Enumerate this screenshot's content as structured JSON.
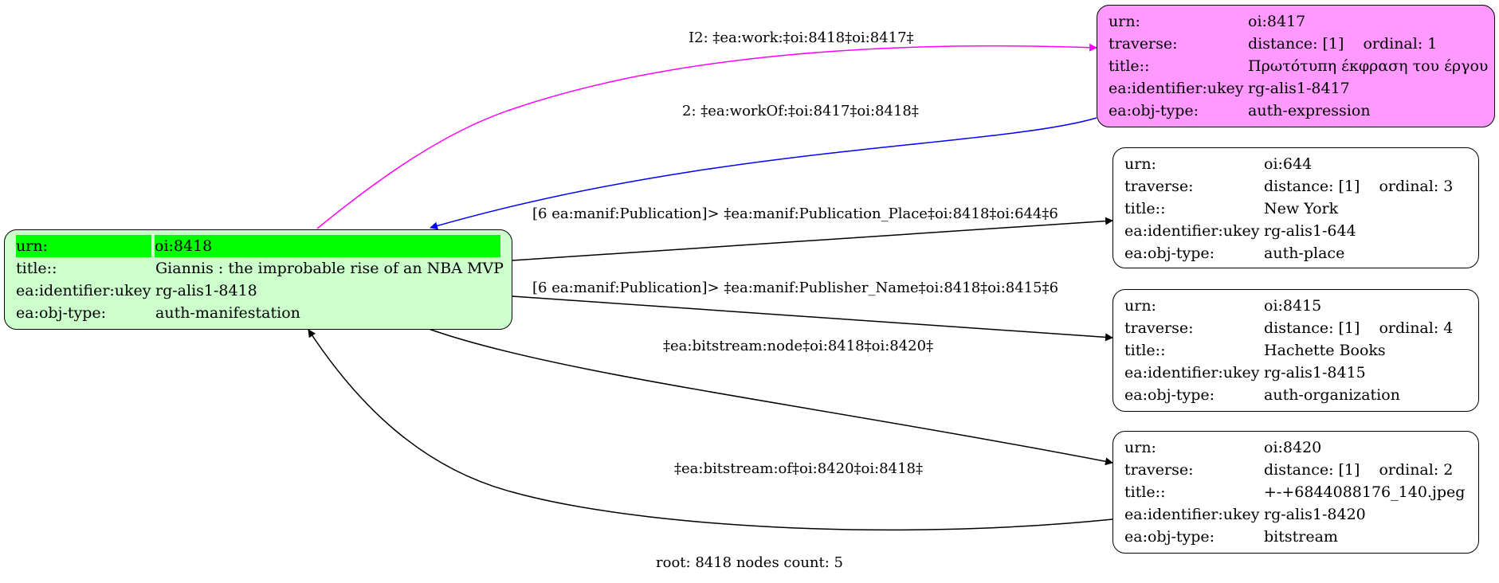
{
  "nodes": {
    "root": {
      "urn_key": "urn:",
      "urn": "oi:8418",
      "title_key": "title::",
      "title": "Giannis : the improbable rise of an NBA MVP",
      "ukey_key": "ea:identifier:ukey",
      "ukey": "rg-alis1-8418",
      "type_key": "ea:obj-type:",
      "type": "auth-manifestation"
    },
    "n8417": {
      "urn_key": "urn:",
      "urn": "oi:8417",
      "traverse_key": "traverse:",
      "distance": "distance: [1]",
      "ordinal": "ordinal: 1",
      "title_key": "title::",
      "title": "Πρωτότυπη έκφραση του έργου",
      "ukey_key": "ea:identifier:ukey",
      "ukey": "rg-alis1-8417",
      "type_key": "ea:obj-type:",
      "type": "auth-expression"
    },
    "n644": {
      "urn_key": "urn:",
      "urn": "oi:644",
      "traverse_key": "traverse:",
      "distance": "distance: [1]",
      "ordinal": "ordinal: 3",
      "title_key": "title::",
      "title": "New York",
      "ukey_key": "ea:identifier:ukey",
      "ukey": "rg-alis1-644",
      "type_key": "ea:obj-type:",
      "type": "auth-place"
    },
    "n8415": {
      "urn_key": "urn:",
      "urn": "oi:8415",
      "traverse_key": "traverse:",
      "distance": "distance: [1]",
      "ordinal": "ordinal: 4",
      "title_key": "title::",
      "title": "Hachette Books",
      "ukey_key": "ea:identifier:ukey",
      "ukey": "rg-alis1-8415",
      "type_key": "ea:obj-type:",
      "type": "auth-organization"
    },
    "n8420": {
      "urn_key": "urn:",
      "urn": "oi:8420",
      "traverse_key": "traverse:",
      "distance": "distance: [1]",
      "ordinal": "ordinal: 2",
      "title_key": "title::",
      "title": "+-+6844088176_140.jpeg",
      "ukey_key": "ea:identifier:ukey",
      "ukey": "rg-alis1-8420",
      "type_key": "ea:obj-type:",
      "type": "bitstream"
    }
  },
  "edges": {
    "work": "I2: ‡ea:work:‡oi:8418‡oi:8417‡",
    "workOf": "2: ‡ea:workOf:‡oi:8417‡oi:8418‡",
    "place": "[6 ea:manif:Publication]> ‡ea:manif:Publication_Place‡oi:8418‡oi:644‡6",
    "publisher": "[6 ea:manif:Publication]> ‡ea:manif:Publisher_Name‡oi:8418‡oi:8415‡6",
    "bitstream_node": "‡ea:bitstream:node‡oi:8418‡oi:8420‡",
    "bitstream_of": "‡ea:bitstream:of‡oi:8420‡oi:8418‡"
  },
  "colors": {
    "root_fill": "#ccffcc",
    "root_highlight": "#00ff00",
    "expression_fill": "#ff99ff",
    "work_edge": "#ff00ff",
    "workOf_edge": "#0000ff",
    "default_edge": "#000000"
  },
  "footer": "root: 8418 nodes count: 5"
}
